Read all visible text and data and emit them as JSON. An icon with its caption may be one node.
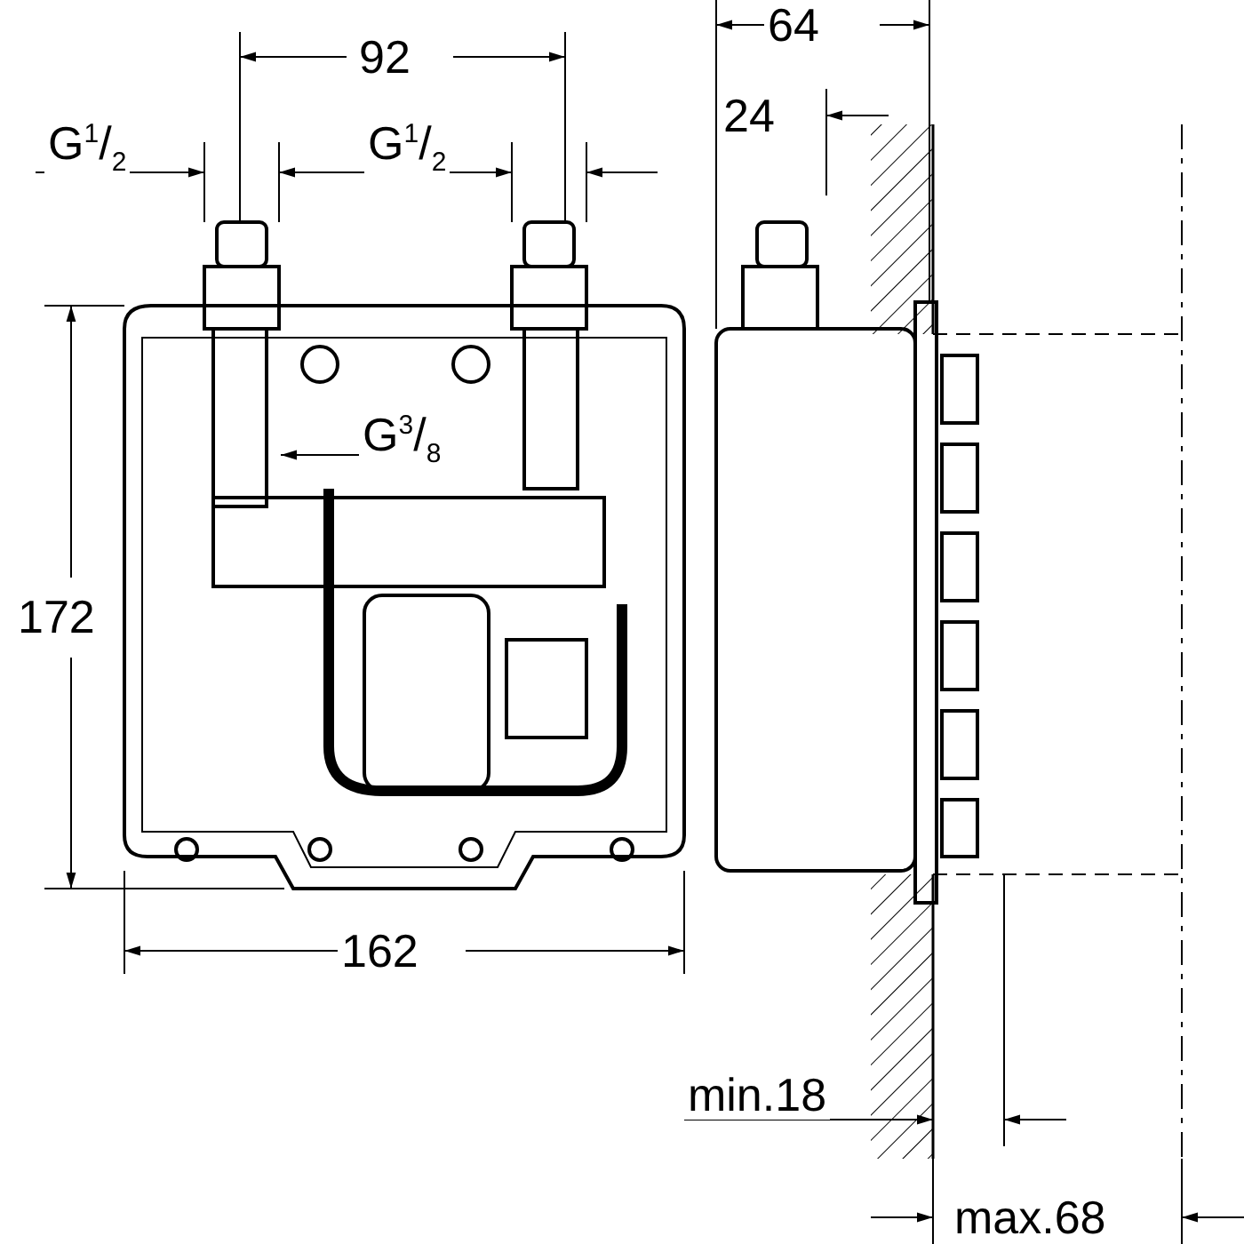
{
  "diagram": {
    "labels": [
      "92",
      "64",
      "G$^{1}$/$_{2}$",
      "G$^{1}$/$_{2}$",
      "24",
      "G$^{3}$/$_{8}$",
      "172",
      "162",
      "min.18",
      "max.68"
    ]
  }
}
